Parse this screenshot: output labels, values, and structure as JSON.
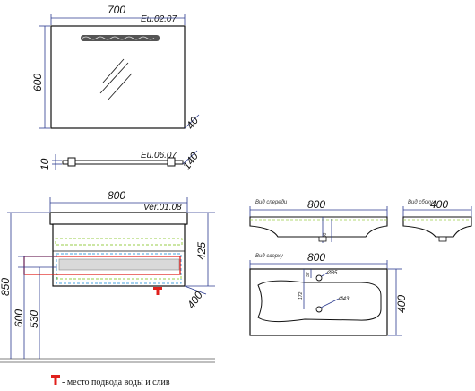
{
  "mirror": {
    "code": "Eu.02.07",
    "width": "700",
    "height": "600",
    "depth": "40"
  },
  "shelf": {
    "code": "Eu.06.07",
    "thickness": "10",
    "depth": "140"
  },
  "cabinet": {
    "code": "Ver.01.08",
    "width": "800",
    "height": "425",
    "depth": "400",
    "height_total": "850",
    "height_600": "600",
    "height_530": "530"
  },
  "basin_front": {
    "view_label": "Вид спереди",
    "width": "800",
    "depth_100": "100"
  },
  "basin_side": {
    "view_label": "Вид сбоку",
    "depth": "400"
  },
  "basin_top": {
    "view_label": "Вид сверху",
    "width": "800",
    "depth": "400",
    "dim_52": "52",
    "dim_172": "172",
    "hole_35": "Ø35",
    "hole_43": "Ø43"
  },
  "legend": {
    "marker": "T",
    "text": "- место подвода воды и слив"
  },
  "colors": {
    "dimension": "#2b3a8f",
    "marker": "#e0201c",
    "drawer_green": "#9acd4a",
    "drawer_blue": "#4aa3df"
  }
}
